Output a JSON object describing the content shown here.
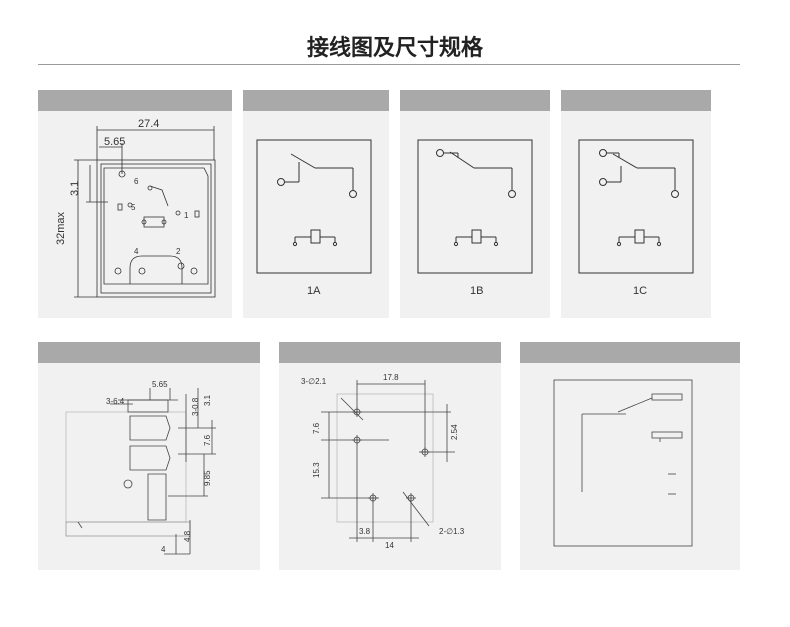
{
  "page": {
    "title": "接线图及尺寸规格"
  },
  "outline": {
    "width_dim": "27.4",
    "inner_dim": "5.65",
    "height_dim": "32max",
    "side_dim": "3.1",
    "pins": [
      "6",
      "5",
      "1",
      "4",
      "2"
    ]
  },
  "contacts": {
    "labels": [
      "1A",
      "1B",
      "1C"
    ]
  },
  "side_view": {
    "dims": [
      "5.65",
      "3-6.4",
      "3-0.8",
      "3.1",
      "7.6",
      "9.85",
      "4",
      "4.8"
    ]
  },
  "pcb": {
    "dims": [
      "3-∅2.1",
      "17.8",
      "7.6",
      "2.54",
      "15.3",
      "3.8",
      "14",
      "2-∅1.3"
    ]
  },
  "colors": {
    "panel_bg": "#f1f1f1",
    "panel_bar": "#a9a9a9",
    "line": "#333333"
  }
}
